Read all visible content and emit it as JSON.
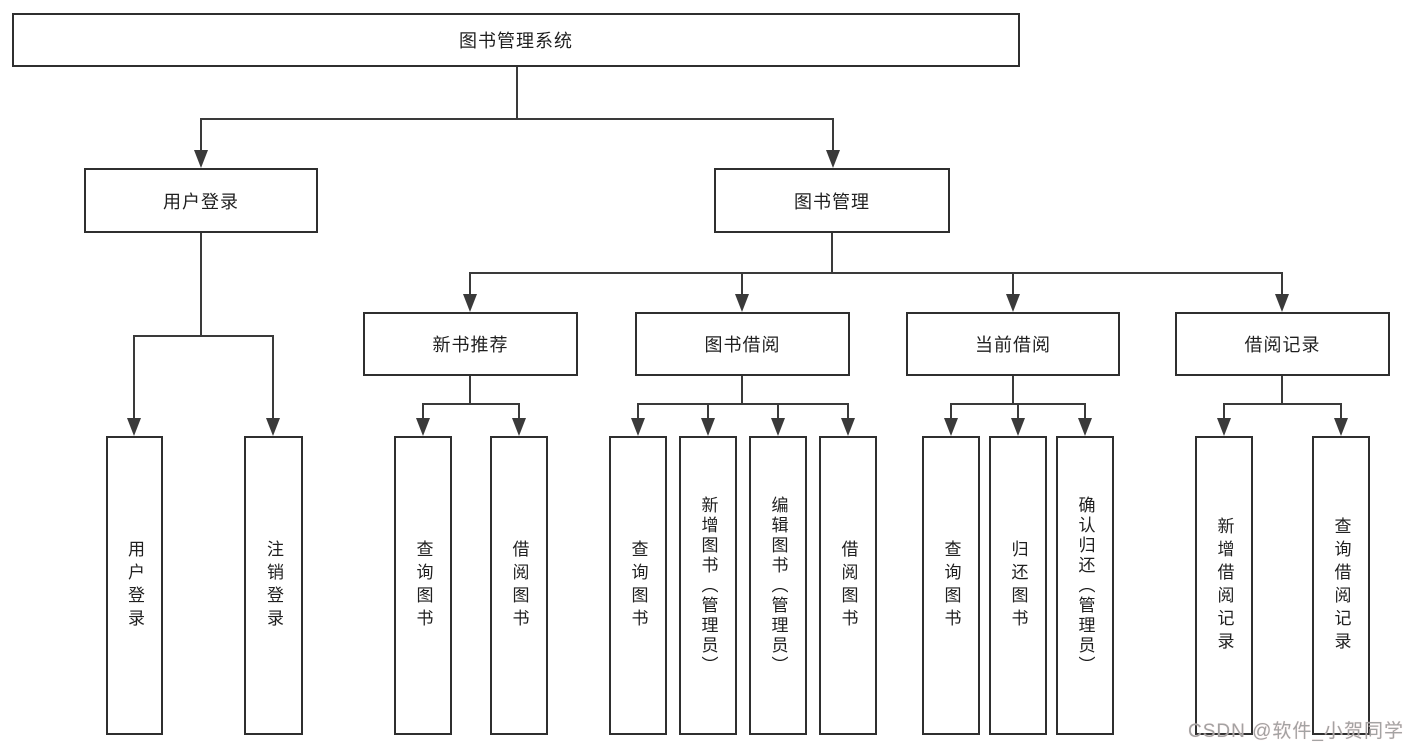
{
  "diagram": {
    "root": "图书管理系统",
    "level2": {
      "user_login": "用户登录",
      "book_mgmt": "图书管理"
    },
    "level3": {
      "new_books": "新书推荐",
      "book_borrow": "图书借阅",
      "current_borrow": "当前借阅",
      "borrow_records": "借阅记录"
    },
    "leaves": {
      "user_login_leaf": "用户登录",
      "logout": "注销登录",
      "nb_query": "查询图书",
      "nb_borrow": "借阅图书",
      "bb_query": "查询图书",
      "bb_add": "新增图书（管理员）",
      "bb_edit": "编辑图书（管理员）",
      "bb_borrow": "借阅图书",
      "cb_query": "查询图书",
      "cb_return": "归还图书",
      "cb_confirm": "确认归还（管理员）",
      "br_add": "新增借阅记录",
      "br_query": "查询借阅记录"
    },
    "colors": {
      "line": "#3a3a3a",
      "border": "#2f2f2f",
      "text": "#1f1f1f",
      "background": "#ffffff",
      "watermark": "#a3a3a3"
    }
  },
  "watermark": "CSDN @软件_小贺同学"
}
